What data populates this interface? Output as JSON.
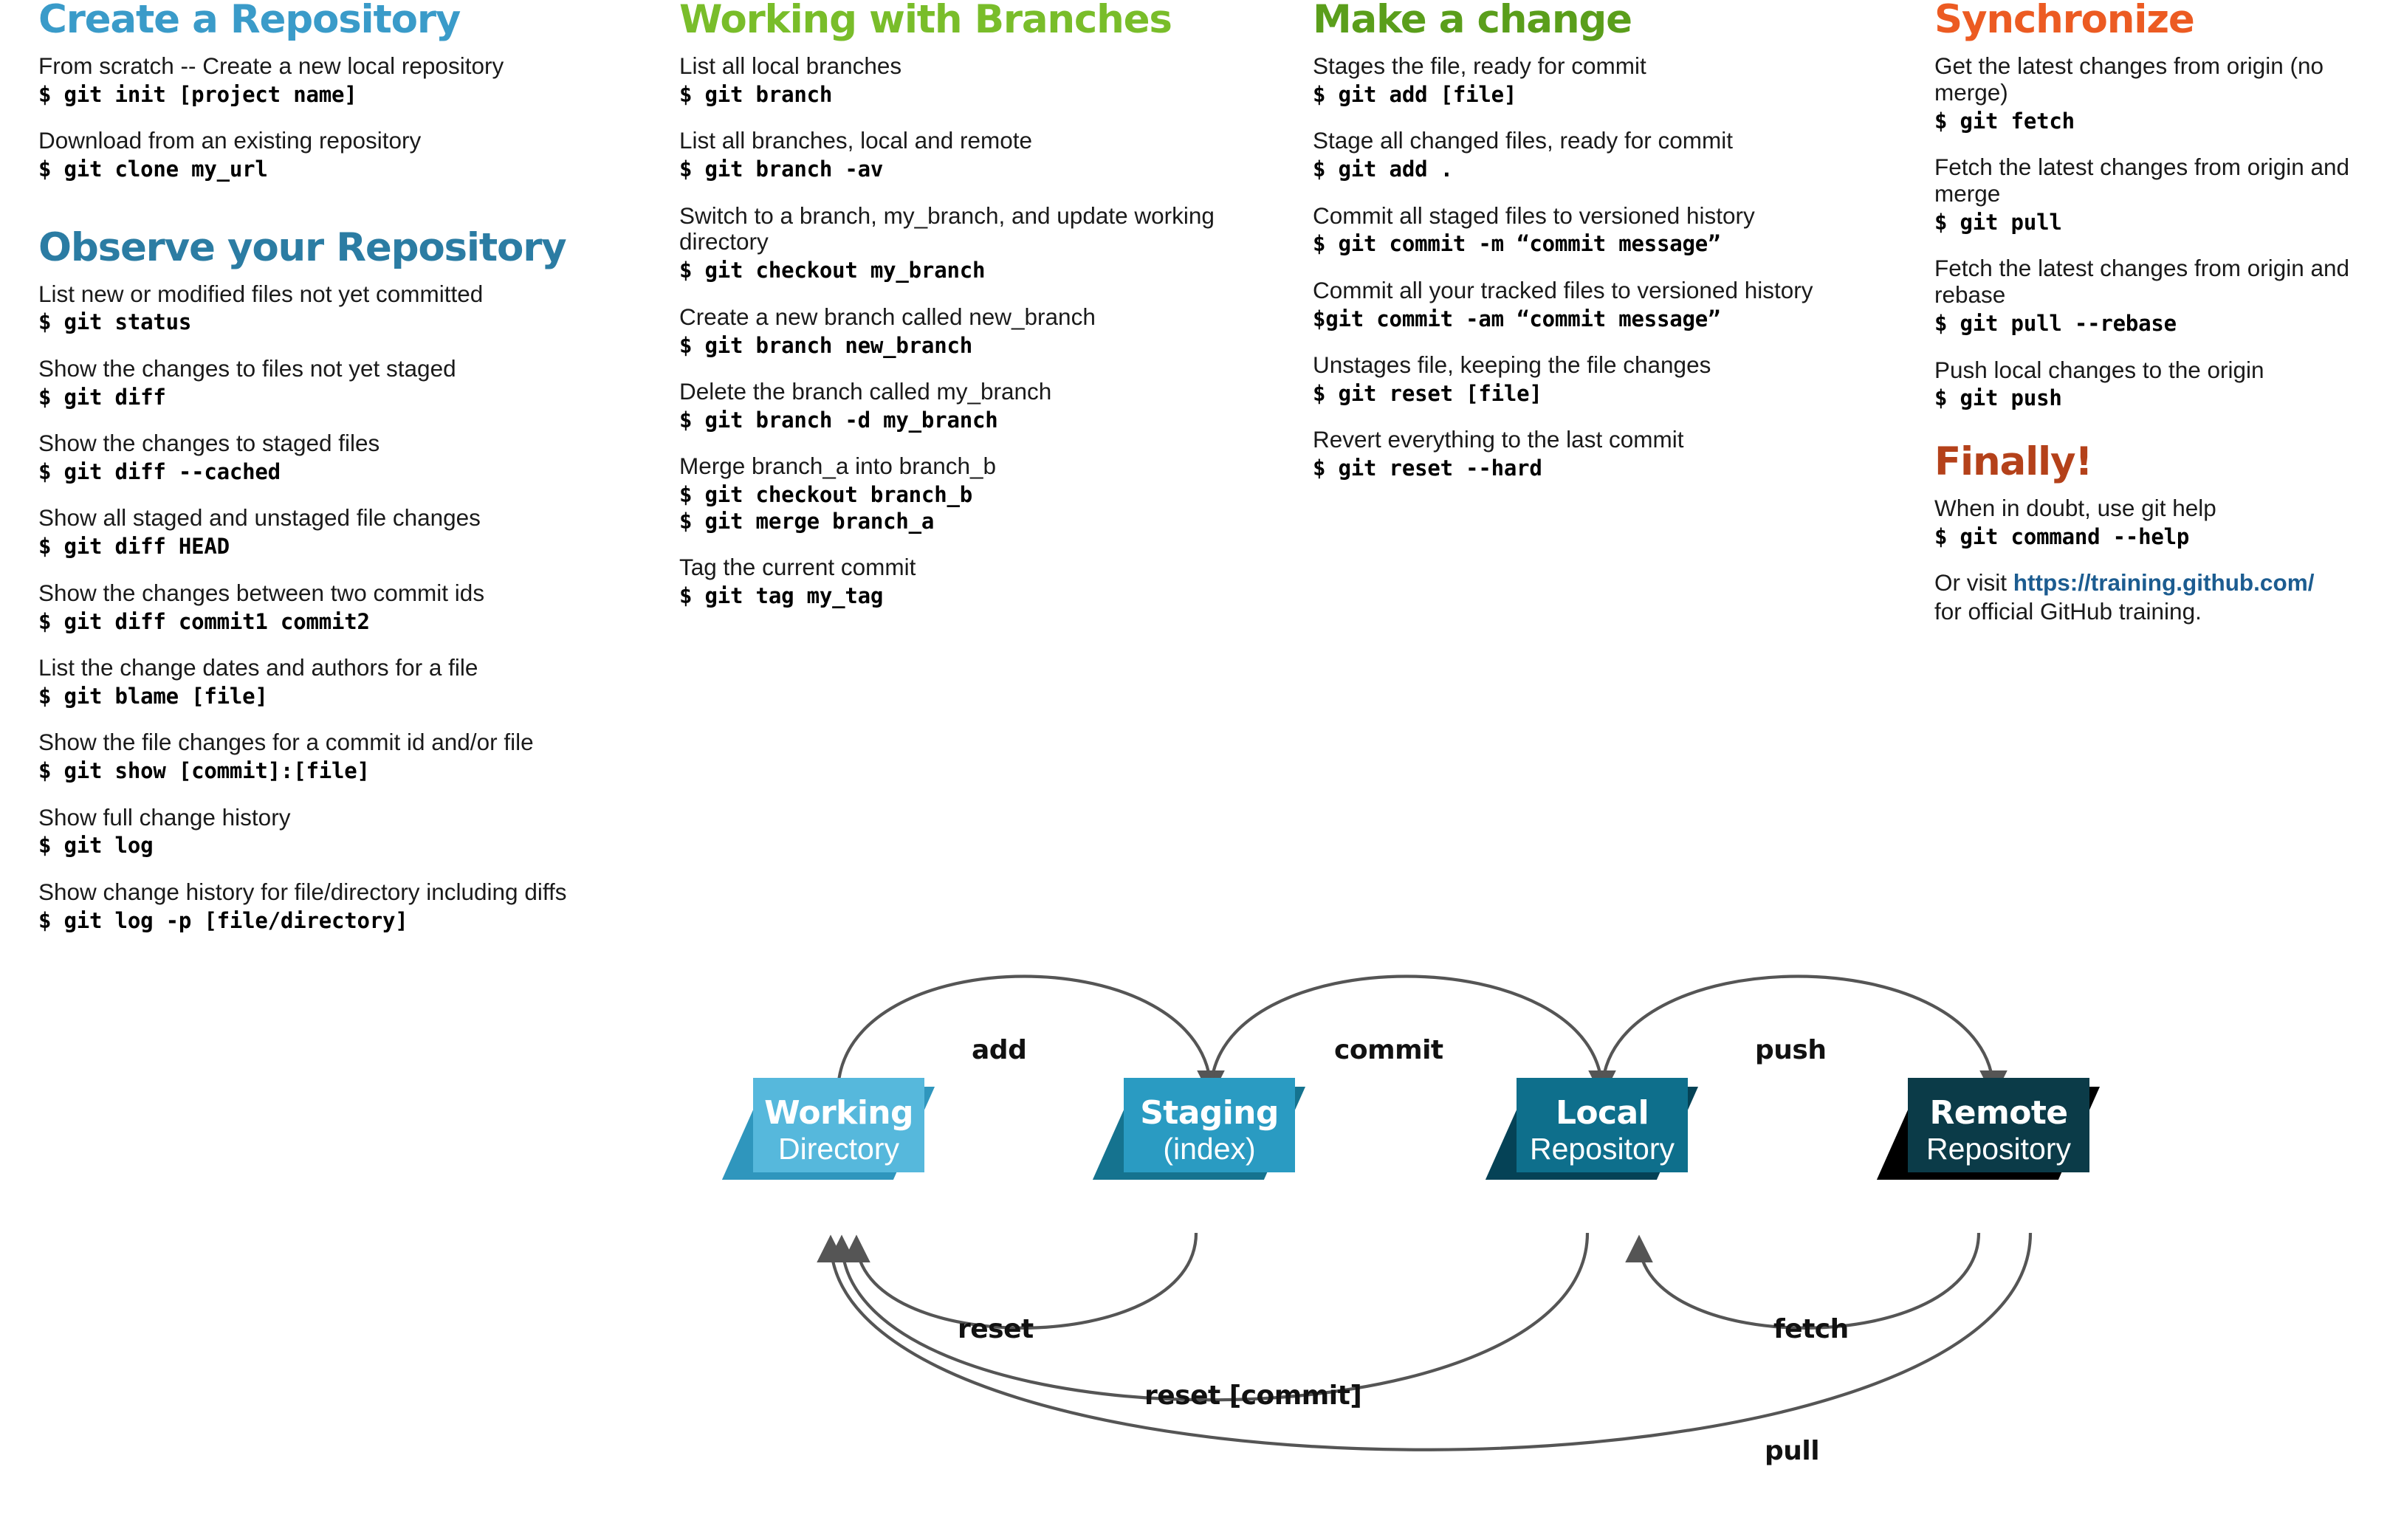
{
  "sections": [
    {
      "id": "create-a-repository",
      "title": "Create a Repository",
      "color": "#3A9BC9",
      "entries": [
        {
          "desc": "From scratch -- Create a new local repository",
          "cmds": [
            "$ git init [project name]"
          ]
        },
        {
          "desc": "Download from an existing repository",
          "cmds": [
            "$ git clone my_url"
          ]
        }
      ]
    },
    {
      "id": "observe-your-repository",
      "title": "Observe your Repository",
      "color": "#2B7CA3",
      "entries": [
        {
          "desc": "List new or modified files not yet committed",
          "cmds": [
            "$ git status"
          ]
        },
        {
          "desc": "Show the changes to files not yet staged",
          "cmds": [
            "$ git diff"
          ]
        },
        {
          "desc": "Show the changes to staged files",
          "cmds": [
            "$ git diff --cached"
          ]
        },
        {
          "desc": "Show all staged and unstaged file changes",
          "cmds": [
            "$ git diff HEAD"
          ]
        },
        {
          "desc": "Show the changes between two commit ids",
          "cmds": [
            "$ git diff commit1 commit2"
          ]
        },
        {
          "desc": "List the change dates and authors for a file",
          "cmds": [
            "$ git blame [file]"
          ]
        },
        {
          "desc": "Show the file changes for a commit id and/or file",
          "cmds": [
            "$ git show [commit]:[file]"
          ]
        },
        {
          "desc": "Show full change history",
          "cmds": [
            "$ git log"
          ]
        },
        {
          "desc": "Show change history for file/directory including diffs",
          "cmds": [
            "$ git log -p [file/directory]"
          ]
        }
      ]
    },
    {
      "id": "working-with-branches",
      "title": "Working with Branches",
      "color": "#79BD2A",
      "entries": [
        {
          "desc": "List all local branches",
          "cmds": [
            "$ git branch"
          ]
        },
        {
          "desc": "List all branches, local and remote",
          "cmds": [
            "$ git branch -av"
          ]
        },
        {
          "desc": "Switch to a branch, my_branch, and update working directory",
          "cmds": [
            "$ git checkout my_branch"
          ]
        },
        {
          "desc": "Create a new branch called new_branch",
          "cmds": [
            "$ git branch new_branch"
          ]
        },
        {
          "desc": "Delete the branch called my_branch",
          "cmds": [
            "$ git branch -d my_branch"
          ]
        },
        {
          "desc": "Merge branch_a into branch_b",
          "cmds": [
            "$ git checkout branch_b",
            "$ git merge branch_a"
          ]
        },
        {
          "desc": "Tag the current commit",
          "cmds": [
            "$ git tag my_tag"
          ]
        }
      ]
    },
    {
      "id": "make-a-change",
      "title": "Make a change",
      "color": "#5A9E1B",
      "entries": [
        {
          "desc": "Stages the file, ready for commit",
          "cmds": [
            "$ git add [file]"
          ]
        },
        {
          "desc": "Stage all changed files, ready for commit",
          "cmds": [
            "$ git add ."
          ]
        },
        {
          "desc": "Commit all staged files to versioned history",
          "cmds": [
            "$ git commit -m “commit message”"
          ]
        },
        {
          "desc": "Commit all your tracked files to versioned history",
          "cmds": [
            "$git commit -am “commit message”"
          ]
        },
        {
          "desc": "Unstages file, keeping the file changes",
          "cmds": [
            "$ git reset [file]"
          ]
        },
        {
          "desc": "Revert everything to the last commit",
          "cmds": [
            "$ git reset --hard"
          ]
        }
      ]
    },
    {
      "id": "synchronize",
      "title": "Synchronize",
      "color": "#EC5B22",
      "entries": [
        {
          "desc": "Get the latest changes from origin (no merge)",
          "cmds": [
            "$ git fetch"
          ]
        },
        {
          "desc": "Fetch the latest changes from origin and merge",
          "cmds": [
            "$ git pull"
          ]
        },
        {
          "desc": "Fetch the latest changes from origin and rebase",
          "cmds": [
            "$ git pull --rebase"
          ]
        },
        {
          "desc": "Push local changes to the origin",
          "cmds": [
            "$ git push"
          ]
        }
      ]
    },
    {
      "id": "finally",
      "title": "Finally!",
      "color": "#B4411A",
      "entries": [
        {
          "desc": "When in doubt, use git help",
          "cmds": [
            "$ git command --help"
          ]
        }
      ],
      "footer": {
        "prefix": "Or visit ",
        "link": "https://training.github.com/",
        "suffix": "for official GitHub training.",
        "link_color": "#1C5C90"
      }
    }
  ],
  "diagram": {
    "nodes": [
      {
        "id": "working-directory",
        "line1": "Working",
        "line2": "Directory",
        "fill": "#56B8DC",
        "shadow": "#2F96BD"
      },
      {
        "id": "staging-index",
        "line1": "Staging",
        "line2": "(index)",
        "fill": "#2A9BC2",
        "shadow": "#15738F"
      },
      {
        "id": "local-repository",
        "line1": "Local",
        "line2": "Repository",
        "fill": "#0E6F8C",
        "shadow": "#054256"
      },
      {
        "id": "remote-repository",
        "line1": "Remote",
        "line2": "Repository",
        "fill": "#0B3B48",
        "shadow": "#000000"
      }
    ],
    "arrows": [
      {
        "id": "add",
        "label": "add"
      },
      {
        "id": "commit",
        "label": "commit"
      },
      {
        "id": "push",
        "label": "push"
      },
      {
        "id": "reset",
        "label": "reset"
      },
      {
        "id": "fetch",
        "label": "fetch"
      },
      {
        "id": "reset-commit",
        "label": "reset [commit]"
      },
      {
        "id": "pull",
        "label": "pull"
      }
    ],
    "stroke_color": "#555555"
  }
}
